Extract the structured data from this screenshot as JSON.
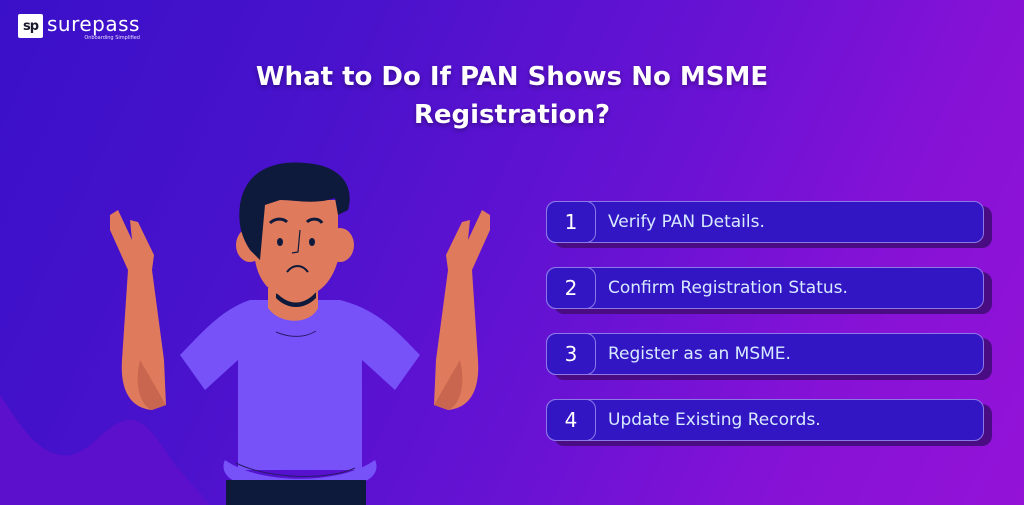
{
  "brand": {
    "logo_mark": "sp",
    "name": "surepass",
    "tagline": "Onboarding Simplified"
  },
  "title": "What to Do If PAN Shows No MSME Registration?",
  "steps": [
    {
      "number": "1",
      "label": "Verify PAN Details."
    },
    {
      "number": "2",
      "label": "Confirm Registration Status."
    },
    {
      "number": "3",
      "label": "Register as an MSME."
    },
    {
      "number": "4",
      "label": "Update Existing Records."
    }
  ],
  "illustration": "confused-man-shrugging",
  "colors": {
    "background_start": "#3a10c8",
    "background_end": "#9412d8",
    "card_fill": "#3216c4",
    "card_border": "#8c78e6",
    "card_shadow": "#4a0c82",
    "step_text": "#d8eaff",
    "shirt": "#7652f8",
    "skin": "#e07a5c",
    "hair": "#0e1a3c"
  }
}
